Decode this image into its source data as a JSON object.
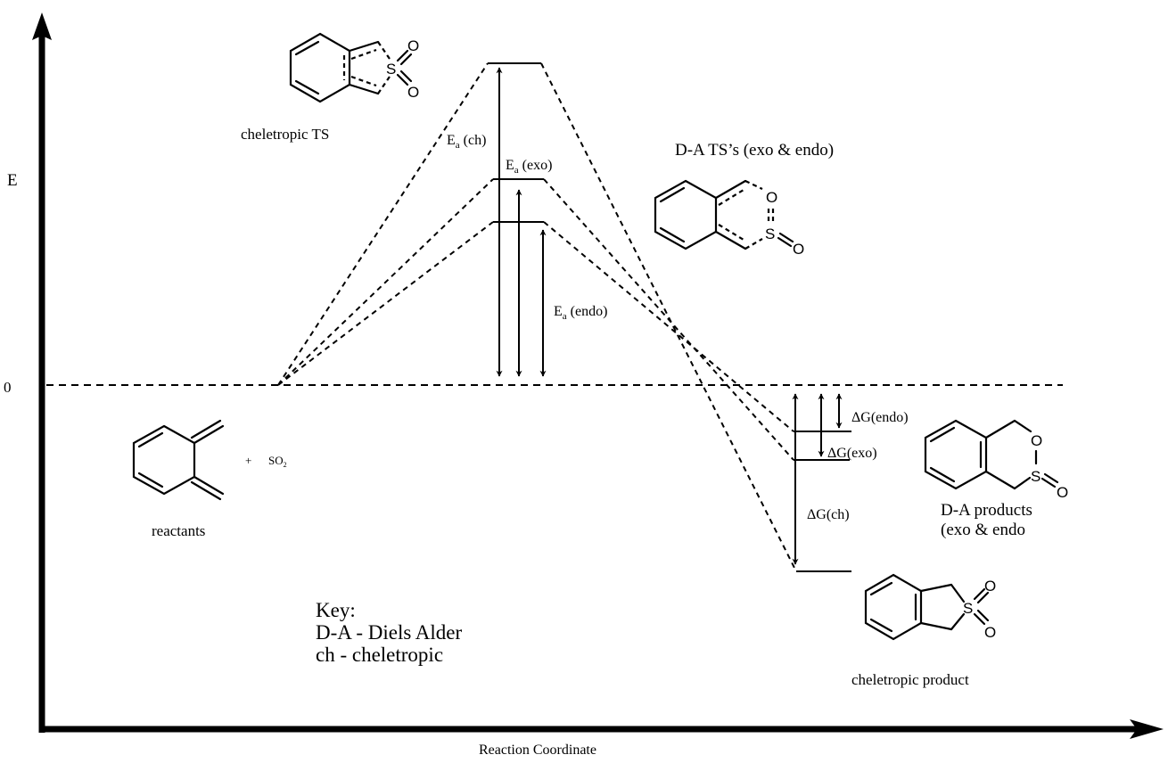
{
  "axes": {
    "y_label": "E",
    "x_label": "Reaction Coordinate",
    "zero_label": "0"
  },
  "species": {
    "reactants": {
      "label": "reactants",
      "plus": "+",
      "so2": "SO",
      "so2_sub": "2"
    },
    "cheletropic_ts": {
      "label": "cheletropic TS"
    },
    "da_ts": {
      "label": "D-A TS’s (exo & endo)"
    },
    "da_products": {
      "label_line1": "D-A products",
      "label_line2": "(exo & endo"
    },
    "cheletropic_product": {
      "label": "cheletropic product"
    }
  },
  "atoms": {
    "O": "O",
    "S": "S"
  },
  "energy_labels": {
    "ea_ch": {
      "main": "E",
      "sub": "a",
      "tail": " (ch)"
    },
    "ea_exo": {
      "main": "E",
      "sub": "a",
      "tail": " (exo)"
    },
    "ea_endo": {
      "main": "E",
      "sub": "a",
      "tail": " (endo)"
    },
    "dg_endo": "ΔG(endo)",
    "dg_exo": "ΔG(exo)",
    "dg_ch": "ΔG(ch)"
  },
  "key": {
    "title": "Key:",
    "items": [
      "D-A - Diels Alder",
      "ch - cheletropic"
    ]
  },
  "energy_profile": {
    "reactants": 0,
    "ts_cheletropic": 1.0,
    "ts_exo": 0.64,
    "ts_endo": 0.51,
    "product_endo": -0.14,
    "product_exo": -0.23,
    "product_cheletropic": -0.58
  }
}
